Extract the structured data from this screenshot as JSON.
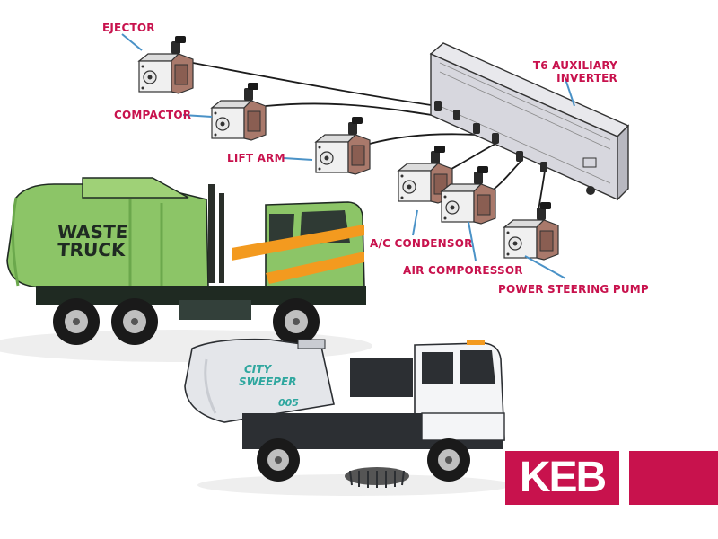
{
  "labels": {
    "ejector": "EJECTOR",
    "compactor": "COMPACTOR",
    "lift_arm": "LIFT ARM",
    "inverter_line1": "T6 AUXILIARY",
    "inverter_line2": "INVERTER",
    "ac_condensor": "A/C CONDENSOR",
    "air_compressor": "AIR COMPORESSOR",
    "power_steering": "POWER STEERING PUMP"
  },
  "waste_truck": {
    "line1": "WASTE",
    "line2": "TRUCK"
  },
  "sweeper": {
    "line1": "CITY",
    "line2": "SWEEPER",
    "number": "005"
  },
  "logo": {
    "text": "KEB"
  },
  "colors": {
    "accent": "#c8124d",
    "truck_green": "#8cc567",
    "truck_orange": "#f39a1f",
    "sweeper_teal": "#2fa79f",
    "motor_brown": "#a9796b"
  },
  "icons": [
    "motor-icon",
    "inverter-icon",
    "waste-truck-icon",
    "street-sweeper-icon"
  ]
}
